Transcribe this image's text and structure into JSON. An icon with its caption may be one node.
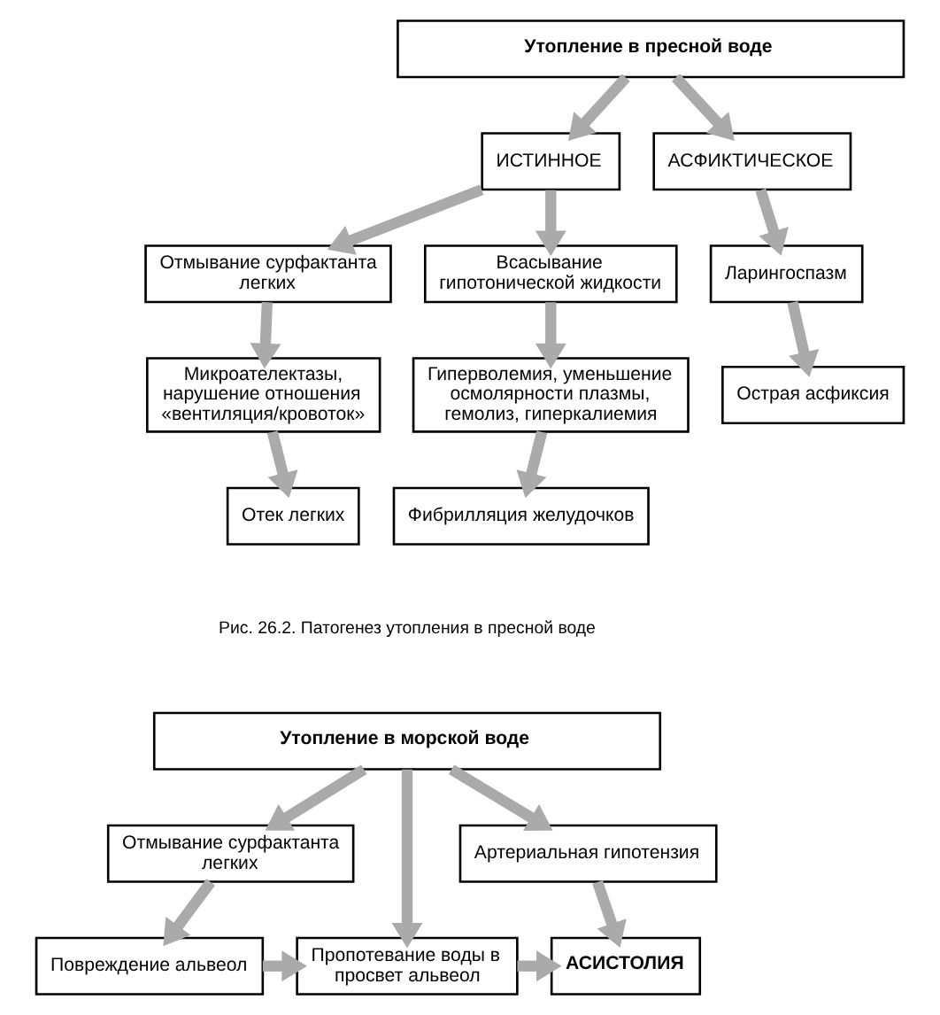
{
  "diagram": {
    "nodes": [
      {
        "text": [
          "Утопление в пресной воде"
        ]
      },
      {
        "text": [
          "ИСТИННОЕ"
        ]
      },
      {
        "text": [
          "АСФИКТИЧЕСКОЕ"
        ]
      },
      {
        "text": [
          "Отмывание сурфактанта легких"
        ]
      },
      {
        "text": [
          "Всасывание гипотонической жидкости"
        ]
      },
      {
        "text": [
          "Ларингоспазм"
        ]
      },
      {
        "text": [
          "Микроателектазы, нарушение отношения «вентиляция/кровоток»"
        ]
      },
      {
        "text": [
          "Гиперволемия, уменьшение осмолярности плазмы, гемолиз, гиперкалиемия"
        ]
      },
      {
        "text": [
          "Острая асфиксия"
        ]
      },
      {
        "text": [
          "Отек легких"
        ]
      },
      {
        "text": [
          "Фибрилляция желудочков"
        ]
      },
      {
        "text": [
          "Утопление в морской воде"
        ]
      },
      {
        "text": [
          "Отмывание сурфактанта легких"
        ]
      },
      {
        "text": [
          "Артериальная гипотензия"
        ]
      },
      {
        "text": [
          "Повреждение альвеол"
        ]
      },
      {
        "text": [
          "Пропотевание воды в просвет альвеол"
        ]
      },
      {
        "text": [
          "АСИСТОЛИЯ"
        ]
      }
    ],
    "edges": [
      {
        "from": 0,
        "to": 1,
        "arrow": "to"
      },
      {
        "from": 0,
        "to": 2,
        "arrow": "to"
      },
      {
        "from": 1,
        "to": 3,
        "arrow": "to"
      },
      {
        "from": 1,
        "to": 4,
        "arrow": "to"
      },
      {
        "from": 2,
        "to": 5,
        "arrow": "to"
      },
      {
        "from": 3,
        "to": 6,
        "arrow": "to"
      },
      {
        "from": 4,
        "to": 7,
        "arrow": "to"
      },
      {
        "from": 5,
        "to": 8,
        "arrow": "to"
      },
      {
        "from": 6,
        "to": 9,
        "arrow": "to"
      },
      {
        "from": 7,
        "to": 10,
        "arrow": "to"
      },
      {
        "from": 11,
        "to": 12,
        "arrow": "to"
      },
      {
        "from": 11,
        "to": 15,
        "arrow": "to"
      },
      {
        "from": 11,
        "to": 13,
        "arrow": "to"
      },
      {
        "from": 12,
        "to": 14,
        "arrow": "to"
      },
      {
        "from": 14,
        "to": 15,
        "arrow": "to"
      },
      {
        "from": 15,
        "to": 16,
        "arrow": "to"
      },
      {
        "from": 13,
        "to": 16,
        "arrow": "to"
      }
    ],
    "labels": [
      "Рис. 26.2. Патогенез утопления в пресной воде"
    ]
  }
}
